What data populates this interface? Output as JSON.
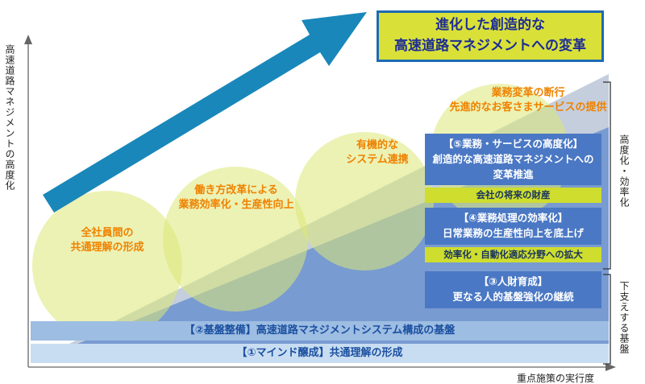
{
  "axes": {
    "y_label": "高速道路マネジメントの高度化",
    "x_label": "重点施策の実行度"
  },
  "goal": {
    "line1": "進化した創造的な",
    "line2": "高速道路マネジメントへの変革"
  },
  "circles": [
    {
      "lines": [
        "全社員間の",
        "共通理解の形成"
      ]
    },
    {
      "lines": [
        "働き方改革による",
        "業務効率化・生産性向上"
      ]
    },
    {
      "lines": [
        "有機的な",
        "システム連携"
      ]
    },
    {
      "lines": [
        "業務変革の断行",
        "先進的なお客さまサービスの提供"
      ]
    }
  ],
  "steps": [
    {
      "lines": [
        "【⑤業務・サービスの高度化】",
        "創造的な高速道路マネジメントへの",
        "変革推進"
      ],
      "tag": "会社の将来の財産"
    },
    {
      "lines": [
        "【④業務処理の効率化】",
        "日常業務の生産性向上を底上げ"
      ],
      "tag": "効率化・自動化適応分野への拡大"
    },
    {
      "lines": [
        "【③人財育成】",
        "更なる人的基盤強化の継続"
      ]
    }
  ],
  "base_bars": [
    {
      "label": "【②基盤整備】高速道路マネジメントシステム構成の基盤"
    },
    {
      "label": "【①マインド醸成】共通理解の形成"
    }
  ],
  "right_labels": [
    {
      "label": "高度化・効率化"
    },
    {
      "label": "下支えする基盤"
    }
  ],
  "colors": {
    "arrow": "#1987ba",
    "goal_bg": "#d9e139",
    "goal_border": "#1e6bb2",
    "goal_text": "#1c2c96",
    "orange_text": "#ef8200",
    "step_box": "#4a78c4",
    "tag_bar": "#cedd2e",
    "circle_fill": "#dde877",
    "base_bar_upper": "#9dbde2",
    "base_bar_lower": "#c9ddf2",
    "base_bar_text": "#1a4f9f",
    "wedge_upper": "#b0bed2",
    "wedge_lower": "#6b92cf"
  }
}
